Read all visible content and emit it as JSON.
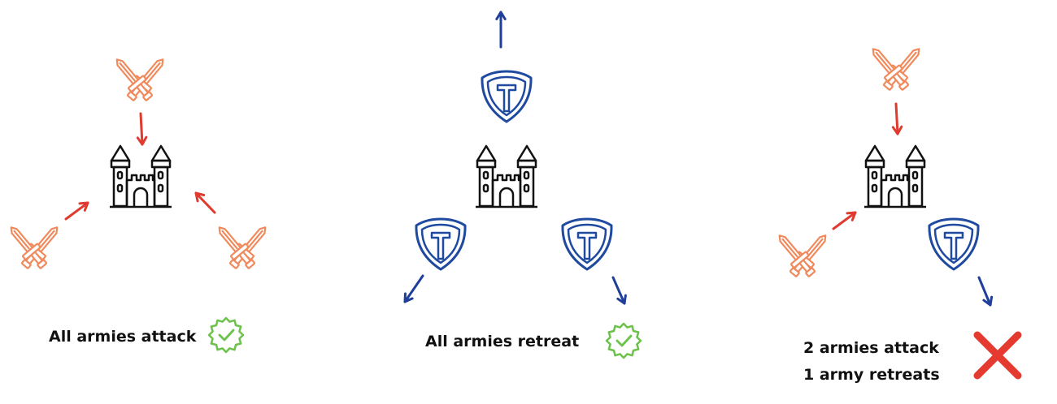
{
  "scenarios": [
    {
      "caption_lines": [
        "All armies attack"
      ],
      "outcome": "success",
      "armies": [
        "attack",
        "attack",
        "attack"
      ]
    },
    {
      "caption_lines": [
        "All armies retreat"
      ],
      "outcome": "success",
      "armies": [
        "retreat",
        "retreat",
        "retreat"
      ]
    },
    {
      "caption_lines": [
        "2 armies attack",
        "1 army retreats"
      ],
      "outcome": "failure",
      "armies": [
        "attack",
        "attack",
        "retreat"
      ]
    }
  ],
  "icons": {
    "castle": "castle-icon",
    "attack": "crossed-swords-icon",
    "retreat": "shield-icon",
    "success": "check-badge-icon",
    "failure": "red-x-icon"
  },
  "colors": {
    "attack_icon": "#f08a5d",
    "attack_arrow": "#e03b2f",
    "retreat_icon": "#1f4aa0",
    "retreat_arrow": "#1f3f9a",
    "castle": "#111111",
    "check": "#6cc24a",
    "cross": "#e53a2f"
  }
}
